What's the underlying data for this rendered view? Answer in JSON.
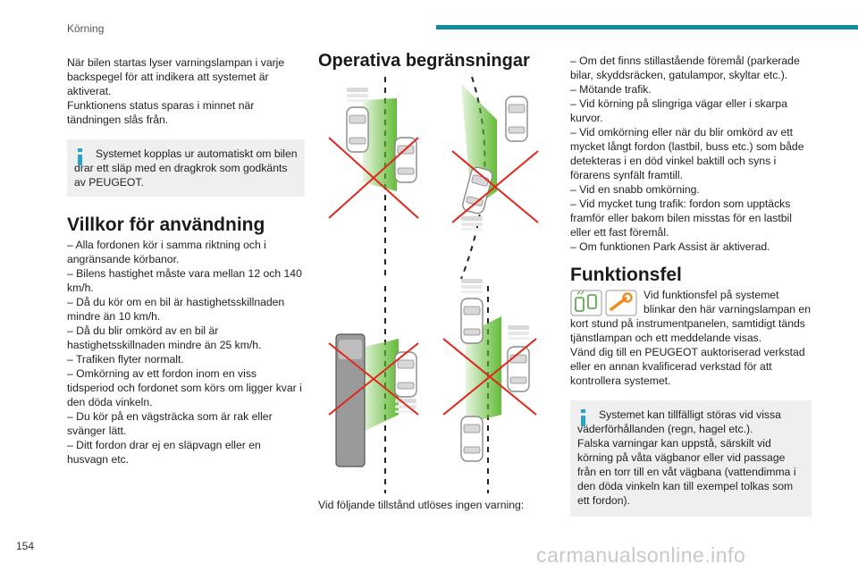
{
  "header": {
    "section": "Körning",
    "page_number": "154"
  },
  "watermark": "carmanualsonline.info",
  "col1": {
    "intro": [
      "När bilen startas lyser varningslampan i varje backspegel för att indikera att systemet är aktiverat.",
      "Funktionens status sparas i minnet när tändningen slås från."
    ],
    "info_box": "Systemet kopplas ur automatiskt om bilen drar ett släp med en dragkrok som godkänts av PEUGEOT.",
    "heading": "Villkor för användning",
    "list": [
      "– Alla fordonen kör i samma riktning och i angränsande körbanor.",
      "– Bilens hastighet måste vara mellan 12 och 140 km/h.",
      "– Då du kör om en bil är hastighetsskillnaden mindre än 10 km/h.",
      "– Då du blir omkörd av en bil är hastighetsskillnaden mindre än 25 km/h.",
      "– Trafiken flyter normalt.",
      "– Omkörning av ett fordon inom en viss tidsperiod och fordonet som körs om ligger kvar i den döda vinkeln.",
      "– Du kör på en vägsträcka som är rak eller svänger lätt.",
      "– Ditt fordon drar ej en släpvagn eller en husvagn etc."
    ]
  },
  "col2": {
    "heading": "Operativa begränsningar",
    "caption": "Vid följande tillstånd utlöses ingen varning:"
  },
  "col3": {
    "list": [
      "– Om det finns stillastående föremål (parkerade bilar, skyddsräcken, gatulampor, skyltar etc.).",
      "– Mötande trafik.",
      "– Vid körning på slingriga vägar eller i skarpa kurvor.",
      "– Vid omkörning eller när du blir omkörd av ett mycket långt fordon (lastbil, buss etc.) som både detekteras i en död vinkel baktill och syns i förarens synfält framtill.",
      "– Vid en snabb omkörning.",
      "– Vid mycket tung trafik: fordon som upptäcks framför eller bakom bilen misstas för en lastbil eller ett fast föremål.",
      "– Om funktionen Park Assist är aktiverad."
    ],
    "heading": "Funktionsfel",
    "fault_text": [
      "Vid funktionsfel på systemet blinkar den här varningslampan en kort stund på instrumentpanelen, samtidigt tänds tjänstlampan och ett meddelande visas.",
      "Vänd dig till en PEUGEOT auktoriserad verkstad eller en annan kvalificerad verkstad för att kontrollera systemet."
    ],
    "info_box": [
      "Systemet kan tillfälligt störas vid vissa väderförhållanden (regn, hagel etc.).",
      "Falska varningar kan uppstå, särskilt vid körning på våta vägbanor eller vid passage från en torr till en våt vägbana (vattendimma i den döda vinkeln kan till exempel tolkas som ett fordon)."
    ]
  },
  "icons": [
    "info-icon",
    "blind-spot-warning-icon",
    "service-wrench-icon"
  ],
  "colors": {
    "accent": "#0f8aa0",
    "info": "#2ba3c7",
    "zone_green": "#5cb82e",
    "cross_red": "#e0261c",
    "wrench": "#f08a1c"
  }
}
